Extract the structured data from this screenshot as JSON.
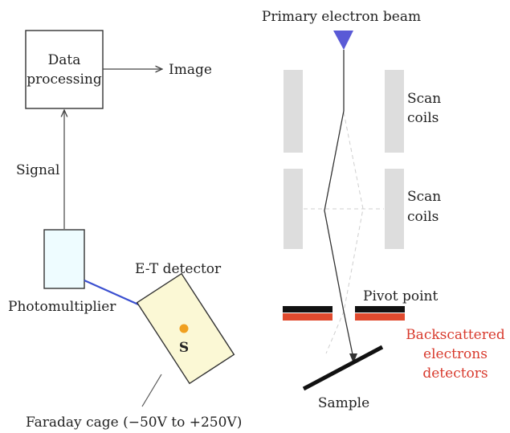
{
  "labels": {
    "data_processing_line1": "Data",
    "data_processing_line2": "processing",
    "image": "Image",
    "signal": "Signal",
    "photomultiplier": "Photomultiplier",
    "et_detector": "E-T detector",
    "s": "S",
    "faraday_cage": "Faraday cage (−50V to +250V)",
    "primary_beam": "Primary electron beam",
    "scan_coils_1_line1": "Scan",
    "scan_coils_1_line2": "coils",
    "scan_coils_2_line1": "Scan",
    "scan_coils_2_line2": "coils",
    "pivot_point": "Pivot point",
    "backscattered_line1": "Backscattered",
    "backscattered_line2": "electrons",
    "backscattered_line3": "detectors",
    "sample": "Sample"
  },
  "colors": {
    "beam_triangle": "#5a5ad6",
    "photomultiplier_fill": "#eefcff",
    "et_detector_fill": "#fbf8d5",
    "faraday_dot": "#f0a020",
    "coil_gray": "#dddddd",
    "detector_red": "#e04a2e",
    "connector_blue": "#3a4fd0",
    "backscattered_text": "#d83a2d"
  }
}
